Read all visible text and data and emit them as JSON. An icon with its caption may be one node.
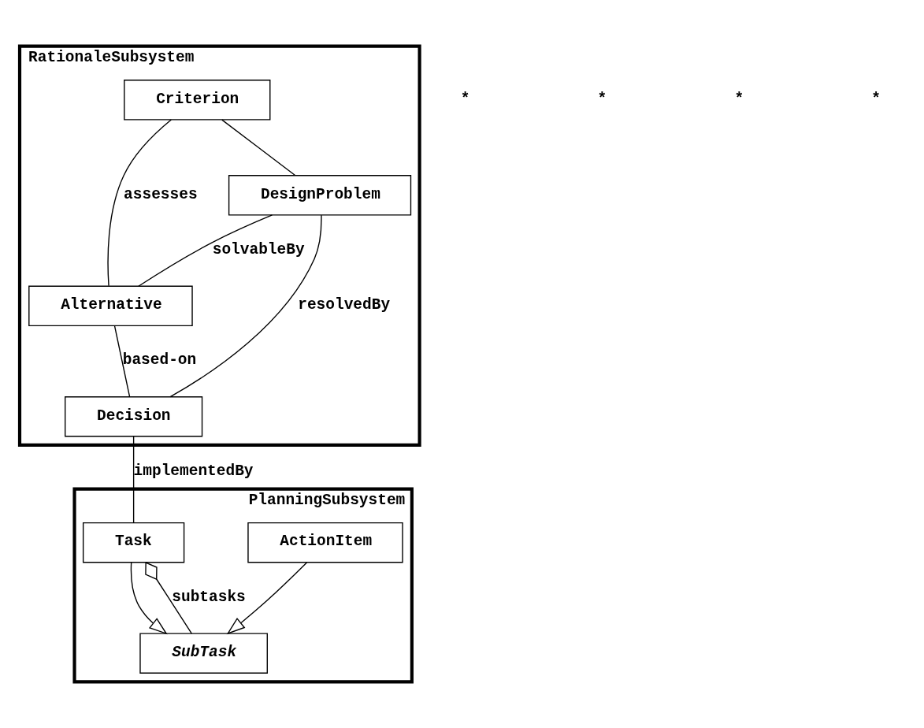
{
  "diagram": {
    "nodes": [
      {
        "text": [
          "RationaleSubsystem"
        ]
      },
      {
        "text": [
          "Criterion"
        ],
        "in": 0
      },
      {
        "text": [
          "Alternative"
        ],
        "in": 0
      },
      {
        "text": [
          "DesignProblem"
        ],
        "in": 0
      },
      {
        "text": [
          "Decision"
        ],
        "in": 0
      },
      {
        "text": [
          "PlanningSubsystem"
        ]
      },
      {
        "text": [
          "SubTask"
        ],
        "in": 5
      },
      {
        "text": [
          "ActionItem"
        ],
        "in": 5
      },
      {
        "text": [
          "Task"
        ],
        "in": 5
      }
    ],
    "edges": [
      {
        "from": 1,
        "to": 2,
        "arrow": "none",
        "label": "assesses"
      },
      {
        "from": 1,
        "to": 3,
        "arrow": "none"
      },
      {
        "from": 3,
        "to": 2,
        "arrow": "none",
        "label": "solvableBy"
      },
      {
        "from": 3,
        "to": 4,
        "arrow": "none",
        "label": "resolvedBy"
      },
      {
        "from": 2,
        "to": 4,
        "arrow": "none",
        "label": "based-on"
      },
      {
        "from": 4,
        "to": 8,
        "arrow": "none",
        "label": "implementedBy"
      },
      {
        "from": 7,
        "to": 6,
        "arrow": "to"
      },
      {
        "from": 8,
        "to": 6,
        "arrow": "to"
      },
      {
        "from": 8,
        "to": 6,
        "arrow": "other",
        "label": "subtasks"
      }
    ],
    "labels": [
      "*",
      "*",
      "*",
      "*"
    ]
  }
}
